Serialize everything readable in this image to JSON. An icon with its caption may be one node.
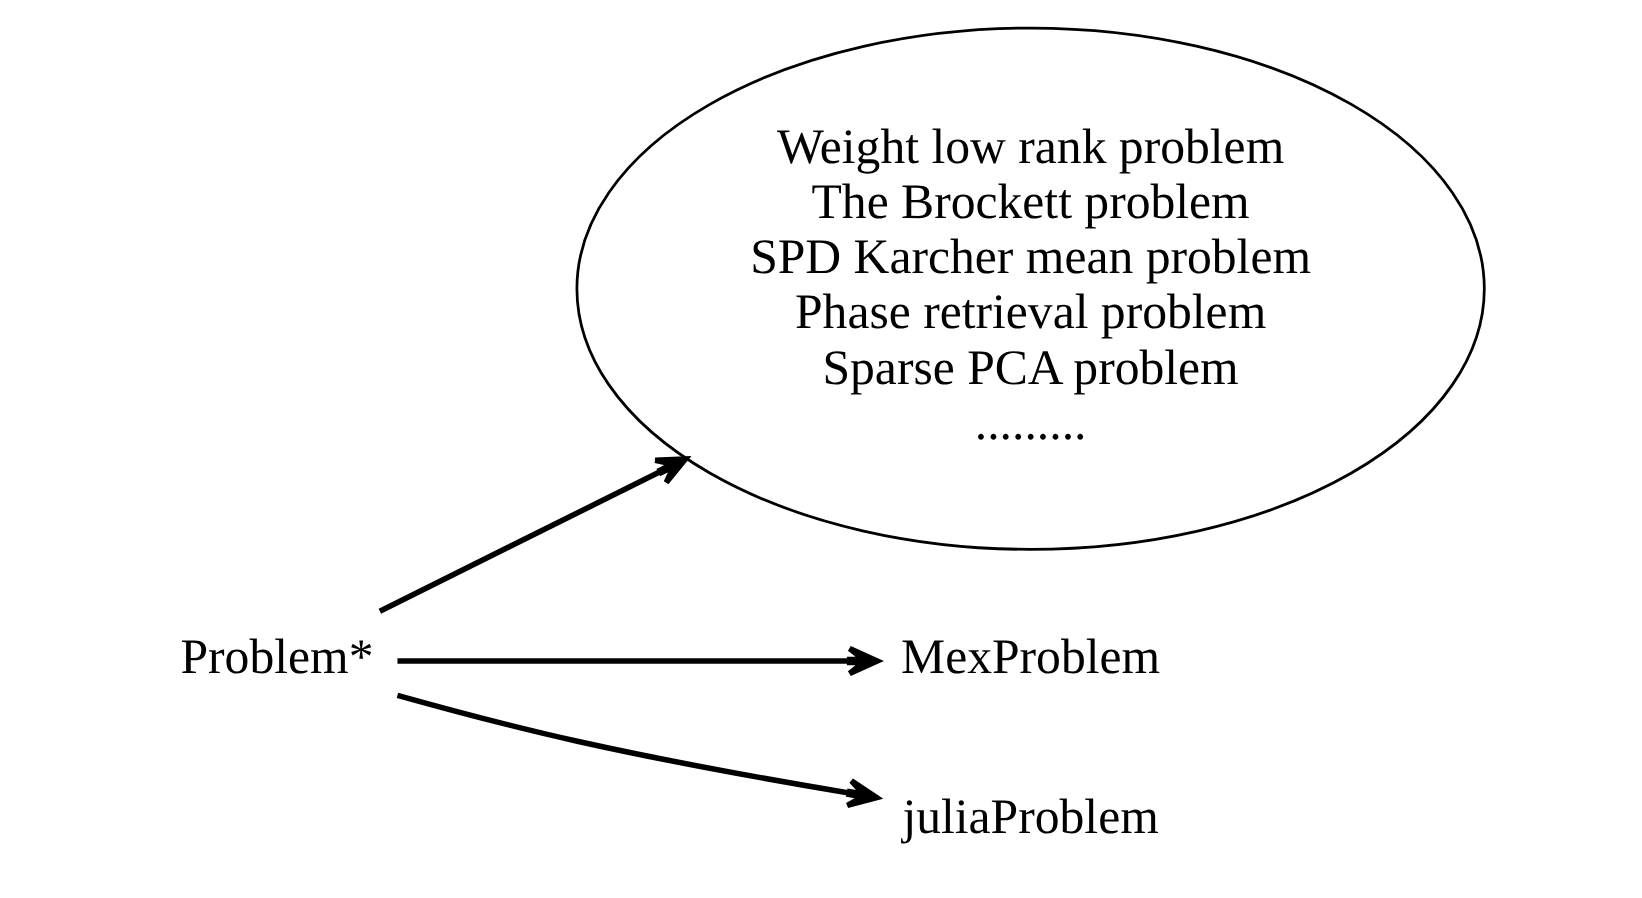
{
  "diagram": {
    "nodes": [
      {
        "text": [
          "Problem*"
        ]
      },
      {
        "text": [
          "Weight low rank problem",
          "The Brockett problem",
          "SPD Karcher mean problem",
          "Phase retrieval problem",
          "Sparse PCA problem",
          "........."
        ]
      },
      {
        "text": [
          "MexProblem"
        ]
      },
      {
        "text": [
          "juliaProblem"
        ]
      }
    ],
    "edges": [
      {
        "from": 0,
        "to": 1,
        "arrow": "to"
      },
      {
        "from": 0,
        "to": 2,
        "arrow": "to"
      },
      {
        "from": 0,
        "to": 3,
        "arrow": "to"
      }
    ]
  }
}
